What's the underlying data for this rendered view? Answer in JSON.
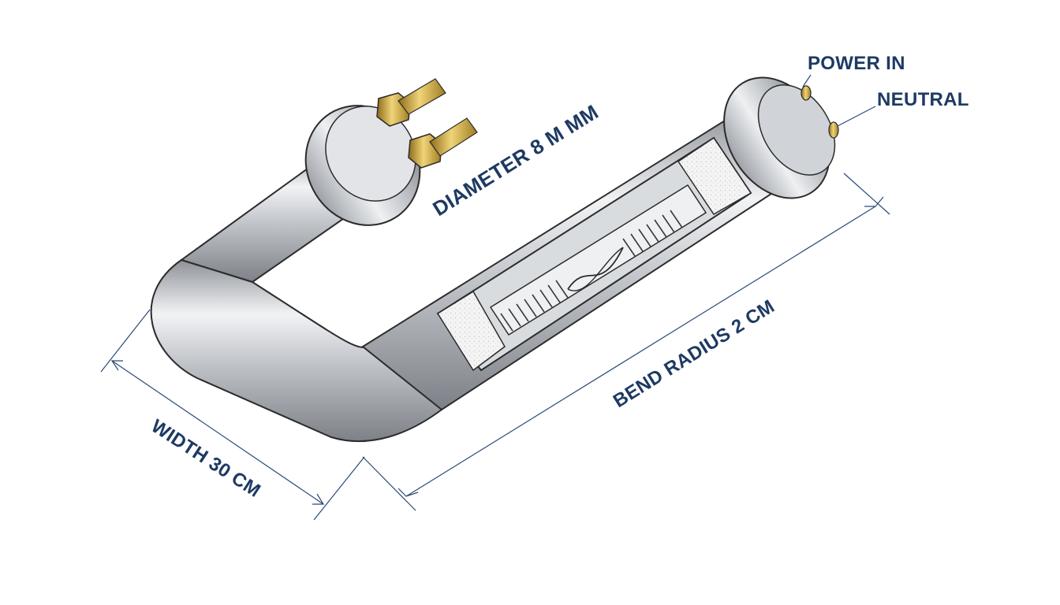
{
  "diagram": {
    "labels": {
      "power_in": "POWER IN",
      "neutral": "NEUTRAL",
      "diameter": "DIAMETER 8 M MM",
      "bend_radius": "BEND RADIUS 2 CM",
      "width": "WIDTH 30 CM"
    },
    "colors": {
      "label_text": "#1d3a63",
      "dimension_line": "#2a4a78",
      "tube_metal": "#b8bcc2",
      "brass_terminal": "#c9a43a",
      "insulation": "#f2f2f2"
    }
  }
}
